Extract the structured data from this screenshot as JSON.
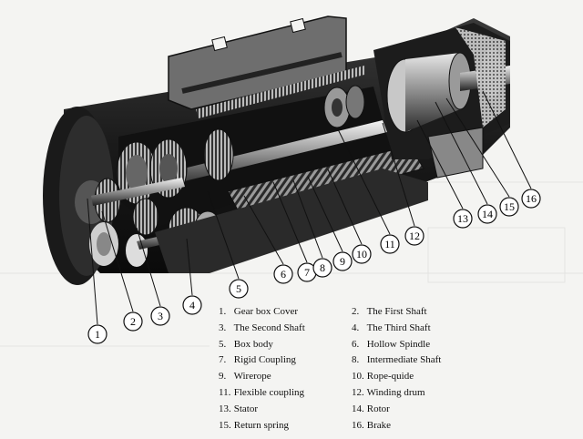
{
  "callouts": [
    "1",
    "2",
    "3",
    "4",
    "5",
    "6",
    "7",
    "8",
    "9",
    "10",
    "11",
    "12",
    "13",
    "14",
    "15",
    "16"
  ],
  "legend": {
    "left": [
      {
        "num": "1.",
        "label": "Gear box Cover"
      },
      {
        "num": "3.",
        "label": "The Second Shaft"
      },
      {
        "num": "5.",
        "label": "Box body"
      },
      {
        "num": "7.",
        "label": "Rigid Coupling"
      },
      {
        "num": "9.",
        "label": "Wirerope"
      },
      {
        "num": "11.",
        "label": "Flexible coupling"
      },
      {
        "num": "13.",
        "label": "Stator"
      },
      {
        "num": "15.",
        "label": "Return spring"
      }
    ],
    "right": [
      {
        "num": "2.",
        "label": "The First Shaft"
      },
      {
        "num": "4.",
        "label": "The Third Shaft"
      },
      {
        "num": "6.",
        "label": "Hollow Spindle"
      },
      {
        "num": "8.",
        "label": "Intermediate Shaft"
      },
      {
        "num": "10.",
        "label": "Rope-quide"
      },
      {
        "num": "12.",
        "label": "Winding drum"
      },
      {
        "num": "14.",
        "label": "Rotor"
      },
      {
        "num": "16.",
        "label": "Brake"
      }
    ]
  }
}
